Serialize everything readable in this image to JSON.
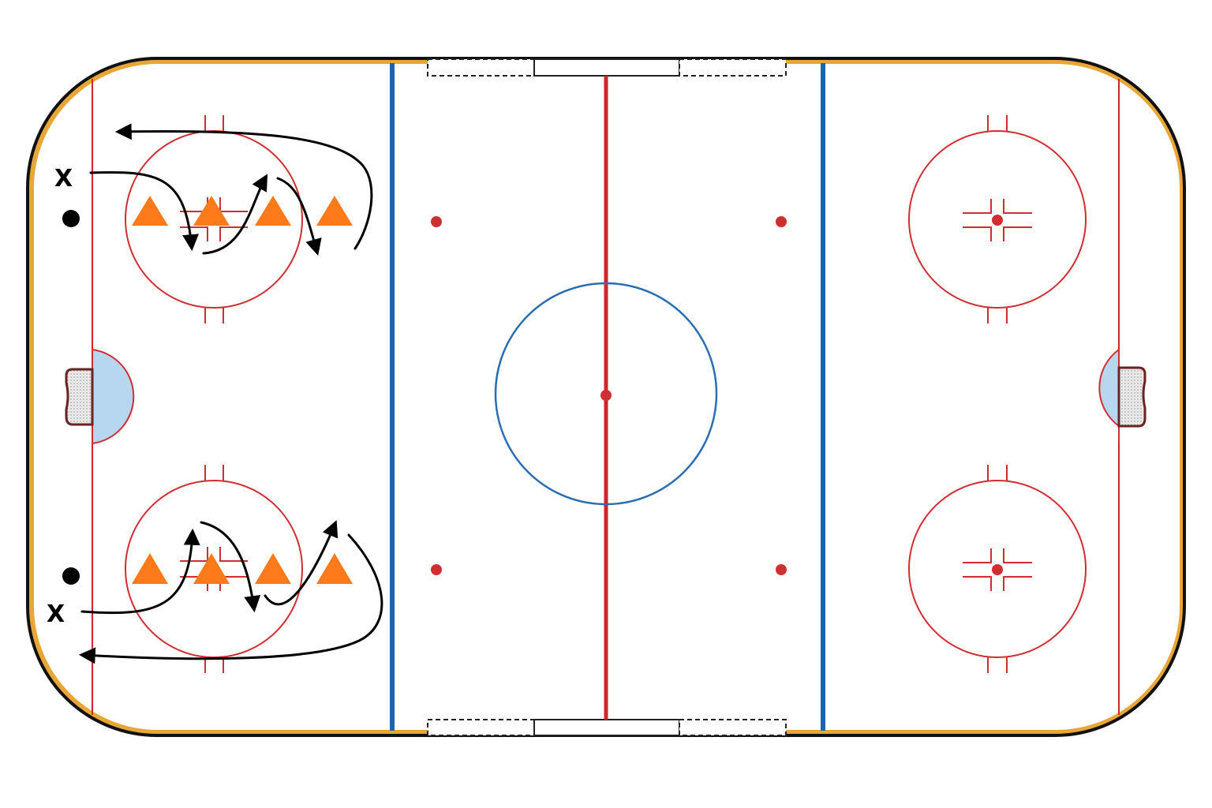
{
  "colors": {
    "boards": "#111111",
    "boards_trim": "#e8a636",
    "red_line": "#d0262b",
    "blue_line": "#1e63b0",
    "center_circle": "#2a6db3",
    "faceoff_circle": "#cf2e32",
    "crease": "#b7d7f1",
    "cone": "#ff7a1a",
    "player": "#000000",
    "path": "#000000",
    "bench_box": "#222222"
  },
  "icons": {
    "cone": "orange-triangle-cone-icon",
    "player": "x-player-icon",
    "puck": "black-dot-puck-icon",
    "net": "hockey-net-icon"
  },
  "drill": {
    "top_group": {
      "player_label": "X",
      "cones": 4,
      "pucks": 1
    },
    "bottom_group": {
      "player_label": "X",
      "cones": 4,
      "pucks": 1
    }
  }
}
